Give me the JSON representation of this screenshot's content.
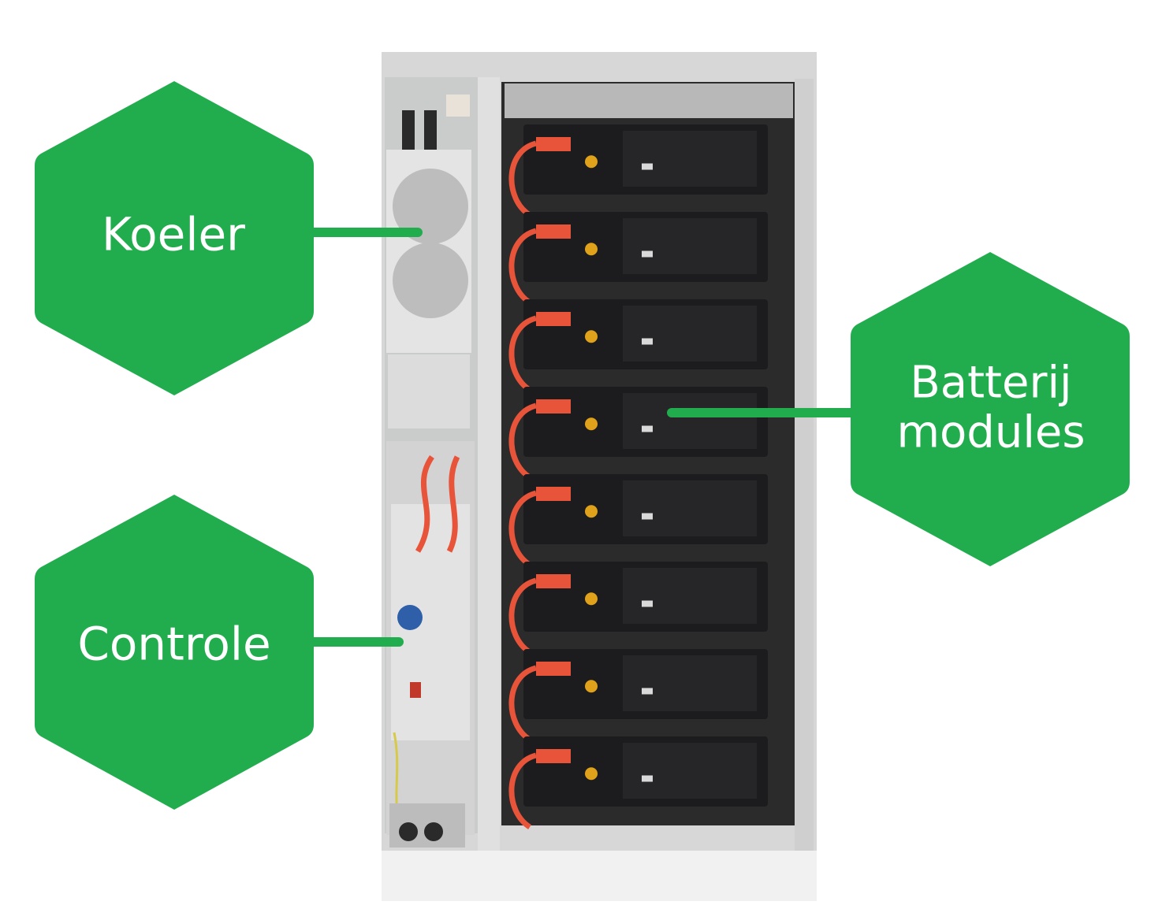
{
  "colors": {
    "callout_green": "#21ad4e",
    "cabinet_frame": "#d9d9d9",
    "cabinet_interior": "#bfc3c2",
    "battery_module": "#1c1c1e",
    "cable_orange": "#e8543a"
  },
  "callouts": {
    "koeler": {
      "label": "Koeler"
    },
    "controle": {
      "label": "Controle"
    },
    "batterij": {
      "label_line1": "Batterij",
      "label_line2": "modules"
    }
  },
  "cabinet": {
    "battery_module_count": 8
  }
}
